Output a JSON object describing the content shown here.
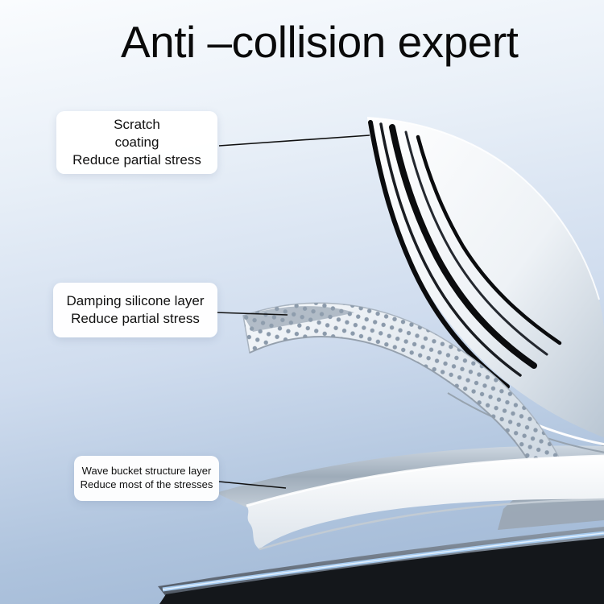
{
  "title": {
    "text": "Anti –collision expert"
  },
  "callouts": {
    "scratch": {
      "line1": "Scratch",
      "line2": "coating",
      "line3": "Reduce partial stress"
    },
    "damping": {
      "line1": "Damping silicone layer",
      "line2": "Reduce partial stress"
    },
    "wave": {
      "line1": "Wave bucket structure layer",
      "line2": "Reduce most of the stresses"
    }
  },
  "colors": {
    "background_top": "#fafcfe",
    "background_bottom": "#9db5d3",
    "phone_frame_blue": "#a9cdf1",
    "phone_screen_dark": "#14171b",
    "callout_box": "#ffffff",
    "title_text": "#0a0a0a"
  }
}
